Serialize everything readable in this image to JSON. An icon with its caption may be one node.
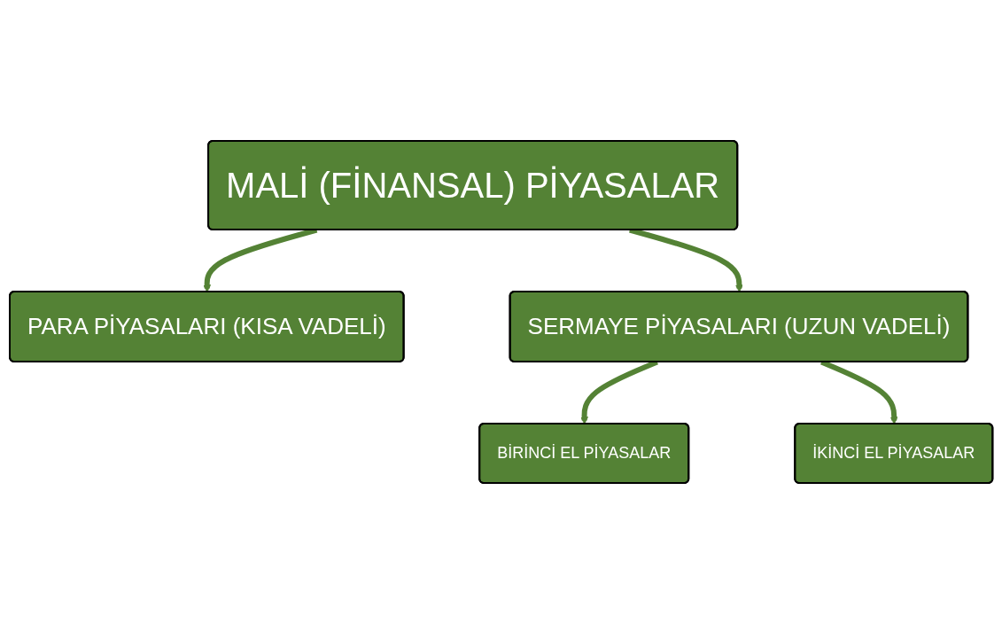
{
  "diagram": {
    "nodes": [
      {
        "text": [
          "MALİ (FİNANSAL) PİYASALAR"
        ]
      },
      {
        "text": [
          "PARA PİYASALARI (KISA VADELİ)"
        ]
      },
      {
        "text": [
          "SERMAYE PİYASALARI (UZUN VADELİ)"
        ]
      },
      {
        "text": [
          "BİRİNCİ EL PİYASALAR"
        ]
      },
      {
        "text": [
          "İKİNCİ EL PİYASALAR"
        ]
      }
    ],
    "edges": [
      {
        "from": 0,
        "to": 1,
        "arrow": "to"
      },
      {
        "from": 0,
        "to": 2,
        "arrow": "to"
      },
      {
        "from": 2,
        "to": 3,
        "arrow": "to"
      },
      {
        "from": 2,
        "to": 4,
        "arrow": "to"
      }
    ]
  }
}
